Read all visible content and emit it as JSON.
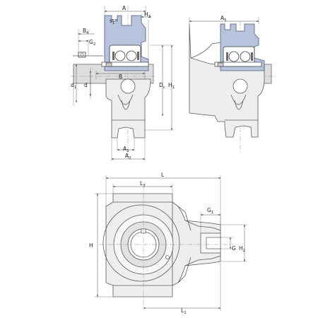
{
  "colors": {
    "housing_section": "#b8c4de",
    "casting": "#eeeeee",
    "outline": "#5a5a5a",
    "background": "#ffffff"
  },
  "labels": {
    "A": "A",
    "H3": "H",
    "H3_sub": "3",
    "s1": "s",
    "s1_sub": "1",
    "B4": "B",
    "B4_sub": "4",
    "G2": "G",
    "G2_sub": "2",
    "B": "B",
    "d1": "d",
    "d1_sub": "1",
    "d": "d",
    "Dc": "D",
    "Dc_sub": "c",
    "H1": "H",
    "H1_sub": "1",
    "A1": "A",
    "A1_sub": "1",
    "A2": "A",
    "A2_sub": "2",
    "A5": "A",
    "A5_sub": "5",
    "L": "L",
    "L3": "L",
    "L3_sub": "3",
    "G1": "G",
    "G1_sub": "1",
    "H": "H",
    "G": "G",
    "H2": "H",
    "H2_sub": "2",
    "L1": "L",
    "L1_sub": "1"
  }
}
